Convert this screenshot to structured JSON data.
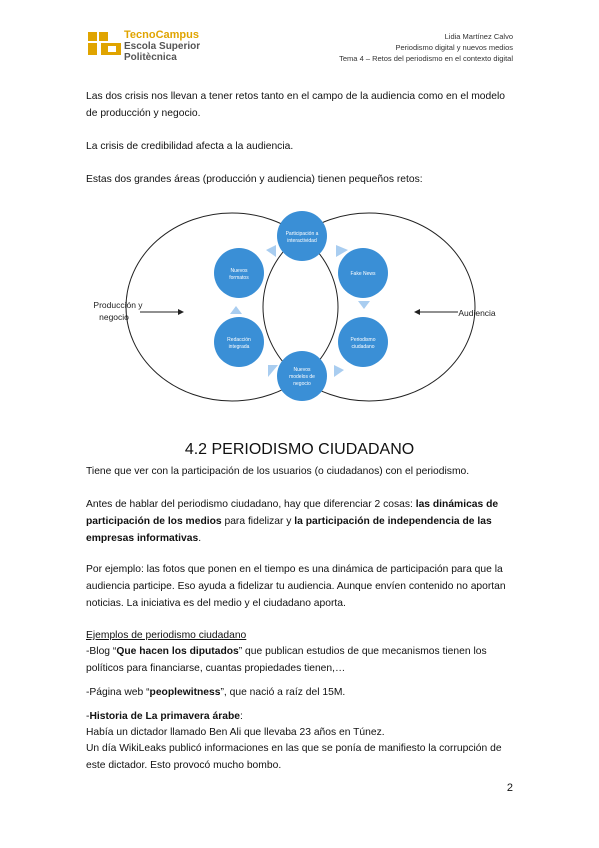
{
  "logo": {
    "line1": "TecnoCampus",
    "line2": "Escola Superior",
    "line3": "Politècnica",
    "brand_color": "#e0a400"
  },
  "header": {
    "author": "Lidia Martínez Calvo",
    "subject": "Periodismo digital y nuevos medios",
    "topic": "Tema 4 – Retos del periodismo en el contexto digital"
  },
  "intro": {
    "p1": "Las dos crisis nos llevan a tener retos tanto en el campo de la audiencia como en el modelo de producción y negocio.",
    "p2": "La crisis de credibilidad afecta a la audiencia.",
    "p3": "Estas dos grandes áreas (producción y audiencia) tienen pequeños retos:"
  },
  "diagram": {
    "left_label_1": "Producción y",
    "left_label_2": "negocio",
    "right_label": "Audiencia",
    "node_top_1": "Participación a",
    "node_top_2": "interactividad",
    "node_right_top": "Fake News",
    "node_right_bottom_1": "Periodismo",
    "node_right_bottom_2": "ciudadano",
    "node_bottom_1": "Nuevos",
    "node_bottom_2": "modelos de",
    "node_bottom_3": "negocio",
    "node_left_bottom_1": "Redacción",
    "node_left_bottom_2": "integrada",
    "node_left_top_1": "Nuevos",
    "node_left_top_2": "formatos",
    "node_color": "#3a8fd6"
  },
  "section": {
    "title": "4.2 PERIODISMO CIUDADANO"
  },
  "body": {
    "s1": "Tiene que ver con la participación de los usuarios (o ciudadanos) con el periodismo.",
    "s2a": "Antes de hablar del periodismo ciudadano, hay que diferenciar 2 cosas: ",
    "s2b": "las dinámicas de participación de los medios",
    "s2c": " para fidelizar y ",
    "s2d": "la participación de independencia de las empresas informativas",
    "s2e": ".",
    "s3": "Por ejemplo: las fotos que ponen en el tiempo es una dinámica de participación para que la audiencia participe. Eso ayuda a fidelizar tu audiencia. Aunque envíen contenido no aportan noticias. La iniciativa es del medio y el ciudadano aporta.",
    "ex_heading": "Ejemplos de periodismo ciudadano",
    "ex1a": "-Blog “",
    "ex1b": "Que hacen los diputados",
    "ex1c": "” que publican estudios de que mecanismos tienen los políticos para financiarse, cuantas propiedades tienen,…",
    "ex2a": "-Página web “",
    "ex2b": "peoplewitness",
    "ex2c": "”, que nació a raíz del 15M.",
    "ex3a": "-",
    "ex3b": "Historia de La primavera árabe",
    "ex3c": ":",
    "ex3d": "Había un dictador llamado Ben Ali que llevaba 23 años en Túnez.",
    "ex3e": "Un día WikiLeaks publicó informaciones en las que se ponía de manifiesto la corrupción de este dictador. Esto provocó mucho bombo."
  },
  "page_number": "2"
}
